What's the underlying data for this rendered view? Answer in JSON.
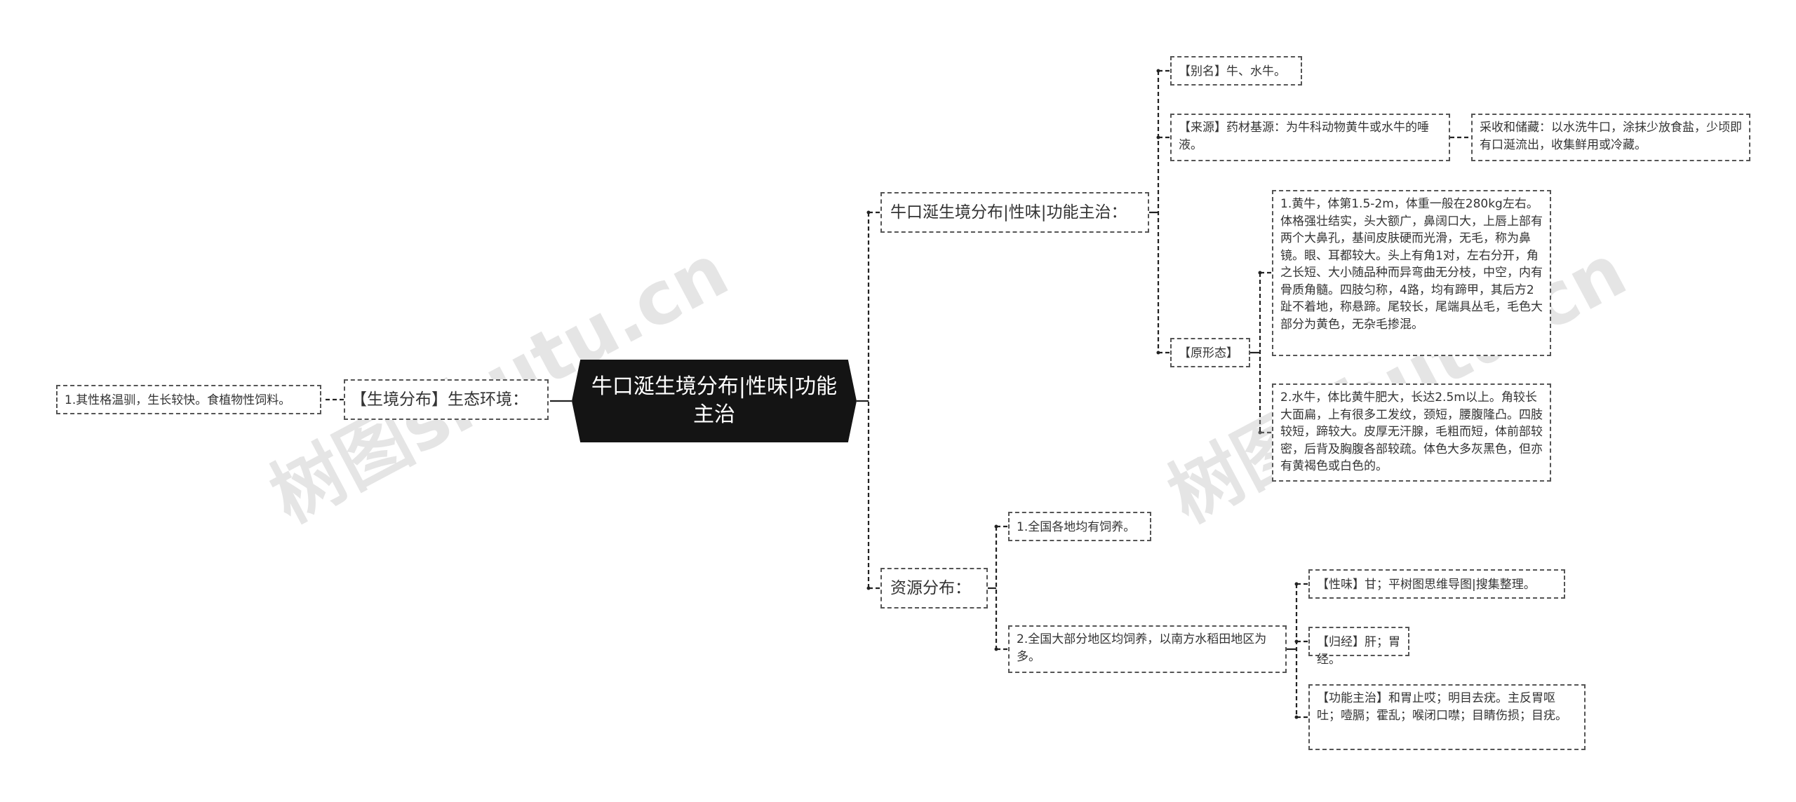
{
  "root": {
    "title": "牛口涎生境分布|性味|功能主治"
  },
  "left": {
    "habitat_title": "【生境分布】生态环境：",
    "habitat_item": "1.其性格温驯，生长较快。食植物性饲料。"
  },
  "right": {
    "section1": {
      "title": "牛口涎生境分布|性味|功能主治：",
      "alias": "【别名】牛、水牛。",
      "source": "【来源】药材基源：为牛科动物黄牛或水牛的唾液。",
      "harvest": "采收和储藏：以水洗牛口，涂抹少放食盐，少顷即有口涎流出，收集鲜用或冷藏。",
      "morphology_label": "【原形态】",
      "morph_huangniu": "1.黄牛，体第1.5-2m，体重一般在280kg左右。体格强壮结实，头大额广，鼻阔口大，上唇上部有两个大鼻孔，基间皮肤硬而光滑，无毛，称为鼻镜。眼、耳都较大。头上有角1对，左右分开，角之长短、大小随品种而异弯曲无分枝，中空，内有骨质角髓。四肢匀称，4路，均有蹄甲，其后方2趾不着地，称悬蹄。尾较长，尾端具丛毛，毛色大部分为黄色，无杂毛掺混。",
      "morph_shuiniu": "2.水牛，体比黄牛肥大，长达2.5m以上。角较长大面扁，上有很多工发纹，颈短，腰腹隆凸。四肢较短，蹄较大。皮厚无汗腺，毛粗而短，体前部较密，后背及胸腹各部较疏。体色大多灰黑色，但亦有黄褐色或白色的。"
    },
    "section2": {
      "title": "资源分布：",
      "item1": "1.全国各地均有饲养。",
      "item2": "2.全国大部分地区均饲养，以南方水稻田地区为多。",
      "taste": "【性味】甘；平树图思维导图|搜集整理。",
      "meridian": "【归经】肝；胃经。",
      "function": "【功能主治】和胃止哎；明目去疣。主反胃呕吐；噎膈；霍乱；喉闭口噤；目睛伤损；目疣。"
    }
  },
  "watermarks": [
    "树图shutu.cn",
    "树图shutu.cn"
  ],
  "colors": {
    "root_bg": "#141414",
    "border": "#555555",
    "line": "#222222"
  }
}
